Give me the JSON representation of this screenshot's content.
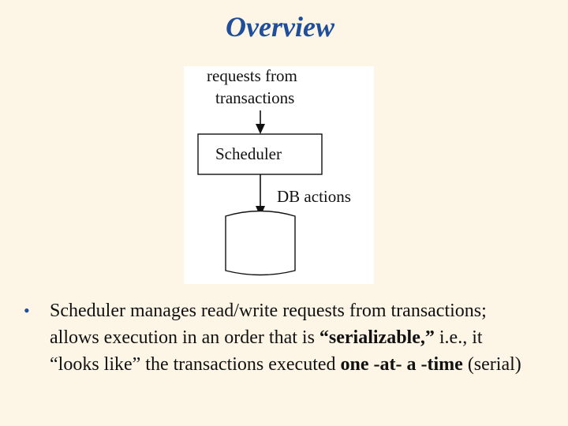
{
  "slide": {
    "title": "Overview"
  },
  "diagram": {
    "input_label_line1": "requests from",
    "input_label_line2": "transactions",
    "scheduler_label": "Scheduler",
    "output_label": "DB actions"
  },
  "bullet": {
    "marker": "•",
    "part1": "Scheduler manages read/write requests from transactions; allows execution in an order that is ",
    "emphasis_term": "“serializable,”",
    "part2": " i.e., it “looks like” the transactions executed ",
    "emphasis_phrase": "one -at- a -time",
    "part3": " (serial)"
  },
  "colors": {
    "background": "#fdf5e6",
    "title": "#1f4e9a",
    "text": "#111111",
    "diagram_panel": "#ffffff"
  }
}
